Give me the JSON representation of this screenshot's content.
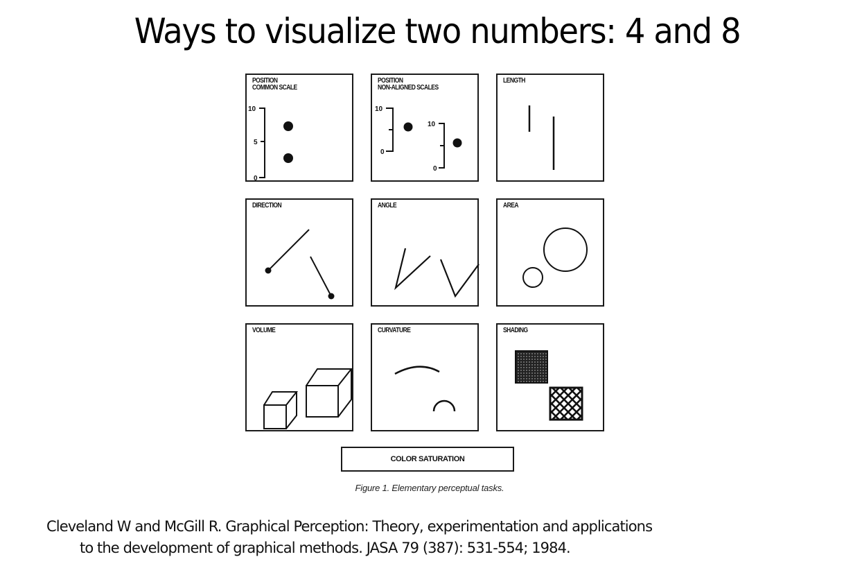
{
  "slide": {
    "title": "Ways to visualize two numbers: 4 and 8"
  },
  "figure": {
    "panels": [
      {
        "id": "position-common-scale",
        "label_line1": "POSITION",
        "label_line2": "COMMON SCALE",
        "ticks": [
          "10",
          "5",
          "0"
        ]
      },
      {
        "id": "position-non-aligned",
        "label_line1": "POSITION",
        "label_line2": "NON-ALIGNED SCALES",
        "ticks_left": [
          "10",
          "0"
        ],
        "ticks_right": [
          "10",
          "0"
        ]
      },
      {
        "id": "length",
        "label": "LENGTH"
      },
      {
        "id": "direction",
        "label": "DIRECTION"
      },
      {
        "id": "angle",
        "label": "ANGLE"
      },
      {
        "id": "area",
        "label": "AREA"
      },
      {
        "id": "volume",
        "label": "VOLUME"
      },
      {
        "id": "curvature",
        "label": "CURVATURE"
      },
      {
        "id": "shading",
        "label": "SHADING"
      }
    ],
    "color_saturation_label": "COLOR SATURATION",
    "caption": "Figure 1. Elementary perceptual tasks."
  },
  "citation": {
    "line1": "Cleveland W and McGill R. Graphical Perception: Theory, experimentation and applications",
    "line2": "to the development of graphical methods. JASA 79 (387): 531-554; 1984."
  },
  "values_depicted": [
    4,
    8
  ]
}
